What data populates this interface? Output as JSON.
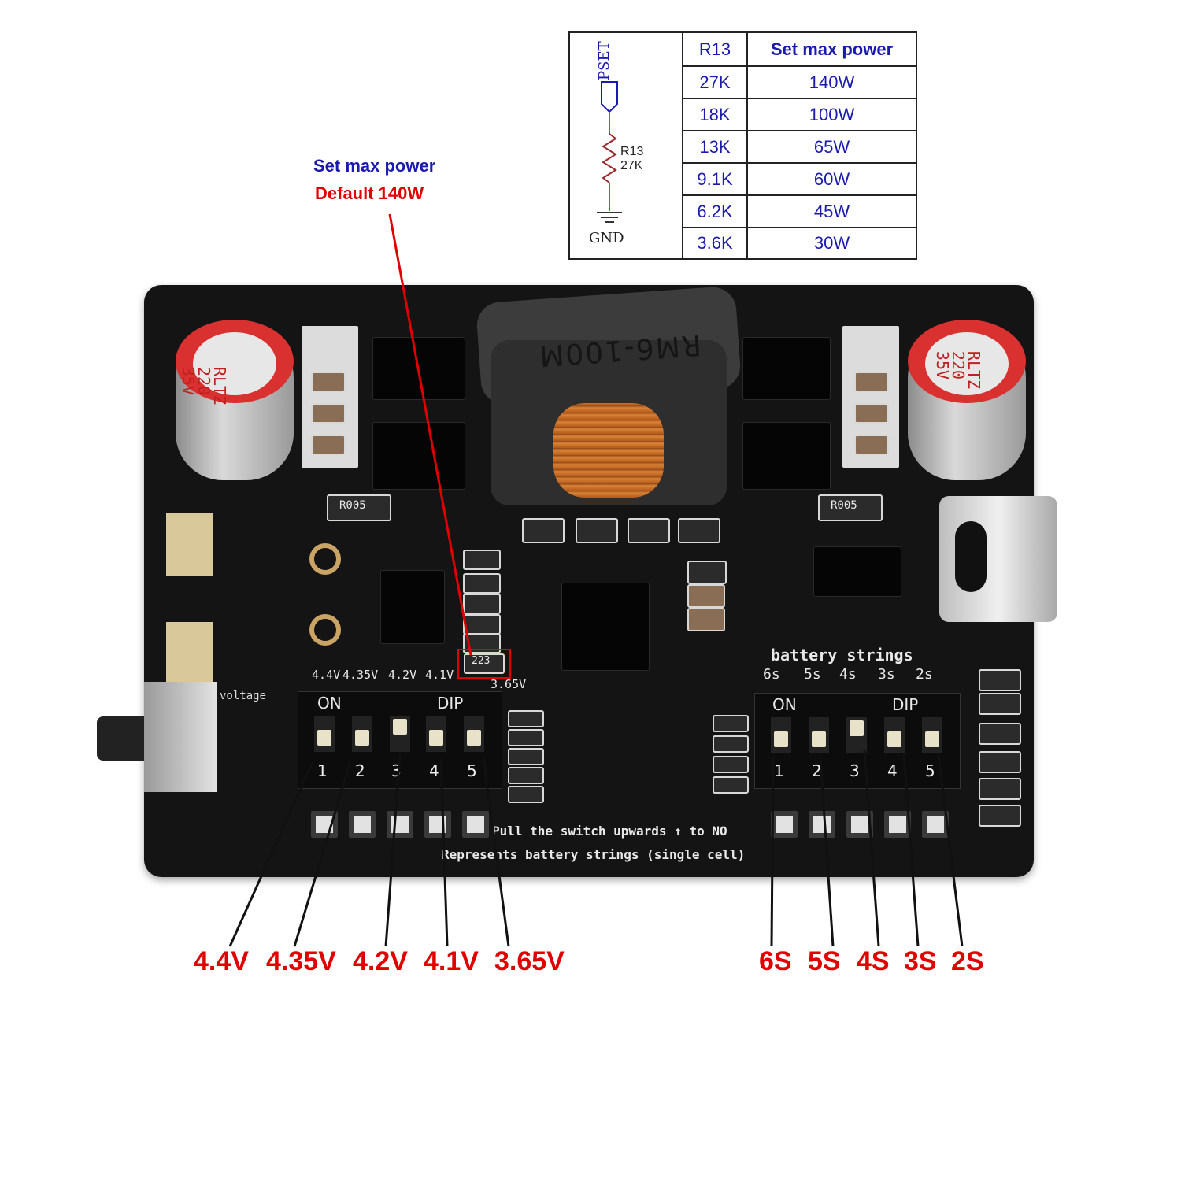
{
  "resistor_table": {
    "schematic": {
      "net": "PSET",
      "ref": "R13",
      "value": "27K",
      "ground": "GND"
    },
    "header": {
      "col1": "R13",
      "col2": "Set max power"
    },
    "rows": [
      {
        "r13": "27K",
        "power": "140W"
      },
      {
        "r13": "18K",
        "power": "100W"
      },
      {
        "r13": "13K",
        "power": "65W"
      },
      {
        "r13": "9.1K",
        "power": "60W"
      },
      {
        "r13": "6.2K",
        "power": "45W"
      },
      {
        "r13": "3.6K",
        "power": "30W"
      }
    ]
  },
  "annotation": {
    "title": "Set max power",
    "default": "Default 140W",
    "title_color": "#1a1ab0",
    "default_color": "#e00000"
  },
  "board": {
    "capacitor_left": {
      "l1": "RLTZ",
      "l2": "220",
      "l3": "35V"
    },
    "capacitor_right": {
      "l1": "RLTZ",
      "l2": "220",
      "l3": "35V"
    },
    "inductor_text": "RM6-100M",
    "resistor_left": "R005",
    "resistor_right": "R005",
    "highlighted_resistor": "223",
    "voltage_silk": [
      "4.4V",
      "4.35V",
      "4.2V",
      "4.1V",
      "3.65V"
    ],
    "voltage_side": "voltage",
    "strings_title": "battery strings",
    "strings_silk": [
      "6s",
      "5s",
      "4s",
      "3s",
      "2s"
    ],
    "dip_on": "ON",
    "dip_dip": "DIP",
    "dip_numbers": [
      "1",
      "2",
      "3",
      "4",
      "5"
    ],
    "instruction_1": "Pull the switch upwards ↑ to NO",
    "instruction_2": "Represents battery strings (single cell)"
  },
  "voltage_labels": [
    "4.4V",
    "4.35V",
    "4.2V",
    "4.1V",
    "3.65V"
  ],
  "string_labels": [
    "6S",
    "5S",
    "4S",
    "3S",
    "2S"
  ],
  "colors": {
    "label_red": "#e00000",
    "board": "#141414",
    "table_text": "#1a1ab0"
  }
}
